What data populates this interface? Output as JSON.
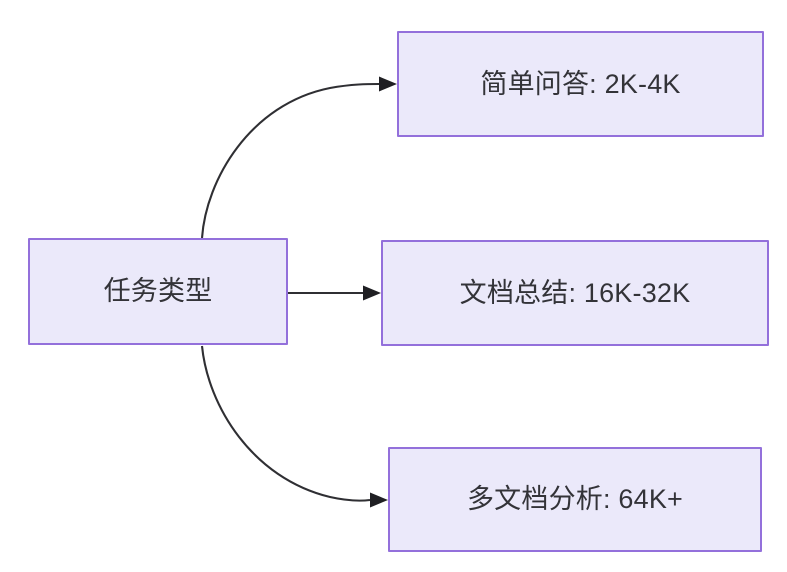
{
  "diagram": {
    "type": "flowchart",
    "direction": "left-to-right",
    "title": "任务类型",
    "background_color": "#ffffff",
    "node_fill_color": "#ebe9fa",
    "node_border_color": "#9370db",
    "node_text_color": "#333338",
    "edge_color": "#2f2f33",
    "nodes": [
      {
        "id": "root",
        "label": "任务类型",
        "role": "source"
      },
      {
        "id": "simple-qa",
        "label": "简单问答: 2K-4K",
        "role": "target"
      },
      {
        "id": "doc-summary",
        "label": "文档总结: 16K-32K",
        "role": "target"
      },
      {
        "id": "multi-doc",
        "label": "多文档分析: 64K+",
        "role": "target"
      }
    ],
    "edges": [
      {
        "id": "edge-root-simple-qa",
        "from": "root",
        "to": "simple-qa",
        "label": "",
        "style": "curved-arrow"
      },
      {
        "id": "edge-root-doc-summary",
        "from": "root",
        "to": "doc-summary",
        "label": "",
        "style": "straight-arrow"
      },
      {
        "id": "edge-root-multi-doc",
        "from": "root",
        "to": "multi-doc",
        "label": "",
        "style": "curved-arrow"
      }
    ]
  }
}
